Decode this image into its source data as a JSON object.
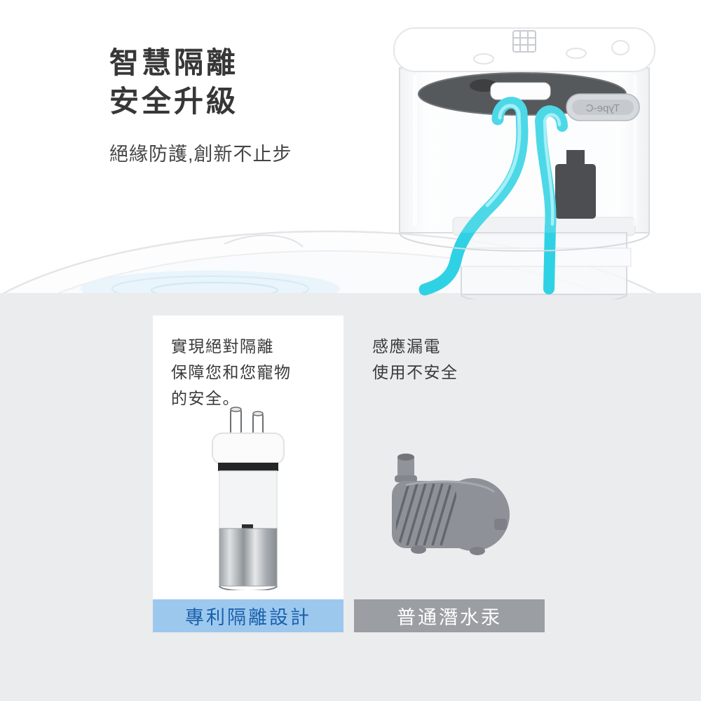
{
  "header": {
    "title_line1": "智慧隔離",
    "title_line2": "安全升級",
    "subtitle": "絕緣防護,創新不止步"
  },
  "device": {
    "port_label": "Type-C"
  },
  "comparison": {
    "left_card": {
      "description_lines": [
        "實現絕對隔離",
        "保障您和您寵物",
        "的安全。"
      ],
      "badge": "專利隔離設計"
    },
    "right_card": {
      "description_lines": [
        "感應漏電",
        "使用不安全"
      ],
      "badge": "普通潛水汞"
    }
  },
  "colors": {
    "section_bg": "#ebeced",
    "badge_blue_bg": "#9dc8ee",
    "badge_blue_text": "#1a61ab",
    "badge_gray_bg": "#9b9ea3",
    "badge_gray_text": "#ffffff",
    "water_cyan": "#2fd2e4",
    "title_text": "#373737"
  }
}
